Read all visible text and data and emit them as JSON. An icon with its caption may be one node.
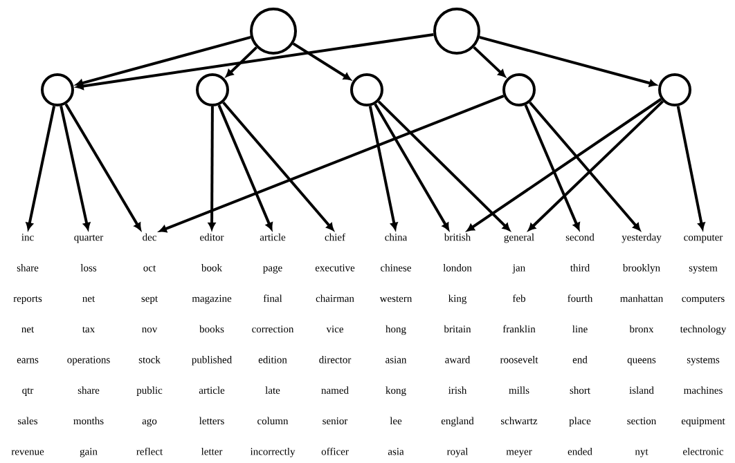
{
  "diagram": {
    "nodes": [
      {
        "text": [],
        "shape": "circle"
      },
      {
        "text": [],
        "shape": "circle"
      },
      {
        "text": [],
        "shape": "circle"
      },
      {
        "text": [],
        "shape": "circle"
      },
      {
        "text": [],
        "shape": "circle"
      },
      {
        "text": [],
        "shape": "circle"
      },
      {
        "text": [],
        "shape": "circle"
      },
      {
        "text": [
          "inc",
          "share",
          "reports",
          "net",
          "earns",
          "qtr",
          "sales",
          "revenue"
        ]
      },
      {
        "text": [
          "quarter",
          "loss",
          "net",
          "tax",
          "operations",
          "share",
          "months",
          "gain"
        ]
      },
      {
        "text": [
          "dec",
          "oct",
          "sept",
          "nov",
          "stock",
          "public",
          "ago",
          "reflect"
        ]
      },
      {
        "text": [
          "editor",
          "book",
          "magazine",
          "books",
          "published",
          "article",
          "letters",
          "letter"
        ]
      },
      {
        "text": [
          "article",
          "page",
          "final",
          "correction",
          "edition",
          "late",
          "column",
          "incorrectly"
        ]
      },
      {
        "text": [
          "chief",
          "executive",
          "chairman",
          "vice",
          "director",
          "named",
          "senior",
          "officer"
        ]
      },
      {
        "text": [
          "china",
          "chinese",
          "western",
          "hong",
          "asian",
          "kong",
          "lee",
          "asia"
        ]
      },
      {
        "text": [
          "british",
          "london",
          "king",
          "britain",
          "award",
          "irish",
          "england",
          "royal"
        ]
      },
      {
        "text": [
          "general",
          "jan",
          "feb",
          "franklin",
          "roosevelt",
          "mills",
          "schwartz",
          "meyer"
        ]
      },
      {
        "text": [
          "second",
          "third",
          "fourth",
          "line",
          "end",
          "short",
          "place",
          "ended"
        ]
      },
      {
        "text": [
          "yesterday",
          "brooklyn",
          "manhattan",
          "bronx",
          "queens",
          "island",
          "section",
          "nyt"
        ]
      },
      {
        "text": [
          "computer",
          "system",
          "computers",
          "technology",
          "systems",
          "machines",
          "equipment",
          "electronic"
        ]
      }
    ],
    "edges": [
      {
        "from": 0,
        "to": 2,
        "arrow": "to"
      },
      {
        "from": 0,
        "to": 3,
        "arrow": "to"
      },
      {
        "from": 0,
        "to": 4,
        "arrow": "to"
      },
      {
        "from": 1,
        "to": 2,
        "arrow": "to"
      },
      {
        "from": 1,
        "to": 5,
        "arrow": "to"
      },
      {
        "from": 1,
        "to": 6,
        "arrow": "to"
      },
      {
        "from": 2,
        "to": 7,
        "arrow": "to"
      },
      {
        "from": 2,
        "to": 8,
        "arrow": "to"
      },
      {
        "from": 2,
        "to": 9,
        "arrow": "to"
      },
      {
        "from": 3,
        "to": 10,
        "arrow": "to"
      },
      {
        "from": 3,
        "to": 11,
        "arrow": "to"
      },
      {
        "from": 3,
        "to": 12,
        "arrow": "to"
      },
      {
        "from": 4,
        "to": 13,
        "arrow": "to"
      },
      {
        "from": 4,
        "to": 14,
        "arrow": "to"
      },
      {
        "from": 4,
        "to": 15,
        "arrow": "to"
      },
      {
        "from": 5,
        "to": 9,
        "arrow": "to"
      },
      {
        "from": 5,
        "to": 16,
        "arrow": "to"
      },
      {
        "from": 5,
        "to": 17,
        "arrow": "to"
      },
      {
        "from": 6,
        "to": 14,
        "arrow": "to"
      },
      {
        "from": 6,
        "to": 15,
        "arrow": "to"
      },
      {
        "from": 6,
        "to": 18,
        "arrow": "to"
      }
    ]
  }
}
